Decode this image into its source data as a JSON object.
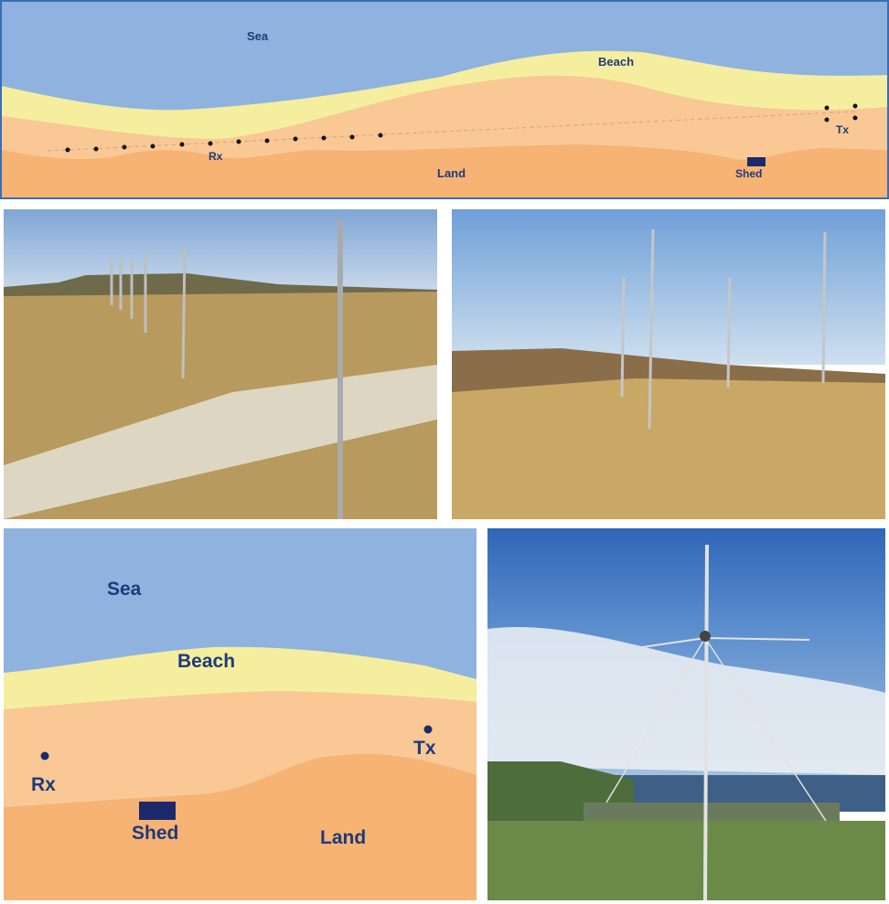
{
  "top_map": {
    "sea": "Sea",
    "beach": "Beach",
    "land": "Land",
    "rx": "Rx",
    "tx": "Tx",
    "shed": "Shed"
  },
  "bottom_map": {
    "sea": "Sea",
    "beach": "Beach",
    "land": "Land",
    "rx": "Rx",
    "tx": "Tx",
    "shed": "Shed"
  },
  "colors": {
    "sea": "#8fb2de",
    "beach": "#f5ee9e",
    "dune": "#f9c895",
    "land": "#f6b374",
    "label": "#1f3a7a",
    "border": "#3b6db3"
  }
}
